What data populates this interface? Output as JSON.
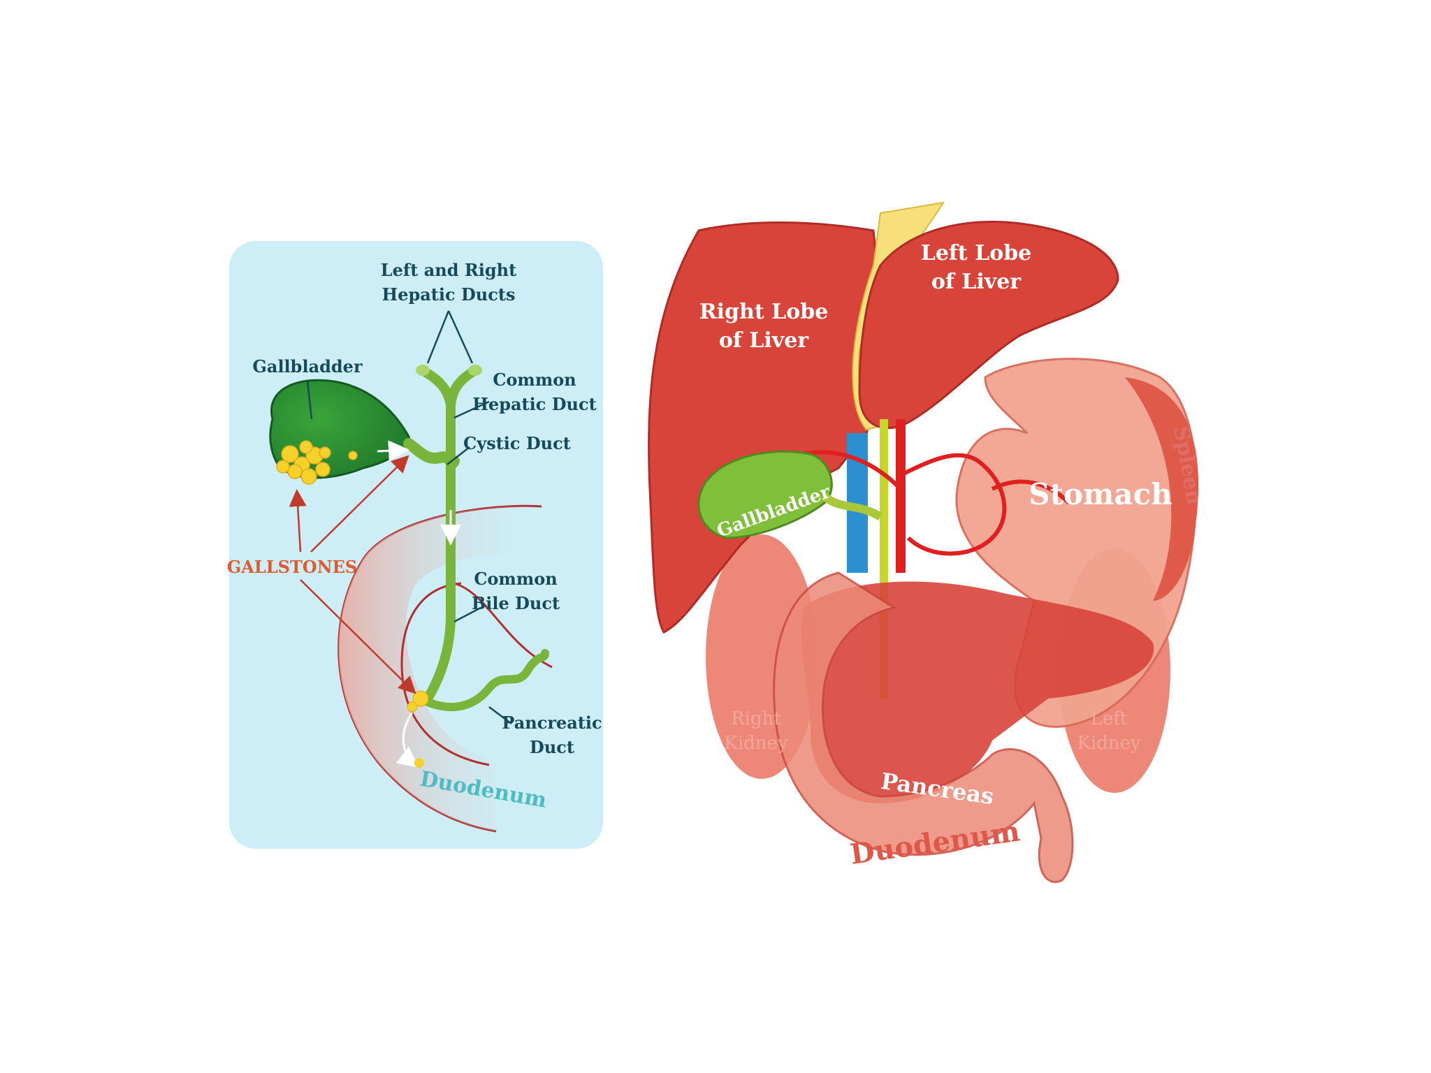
{
  "left_panel": {
    "labels": {
      "hepatic_ducts_1": "Left and Right",
      "hepatic_ducts_2": "Hepatic Ducts",
      "gallbladder": "Gallbladder",
      "common_hepatic_1": "Common",
      "common_hepatic_2": "Hepatic Duct",
      "cystic_duct": "Cystic Duct",
      "gallstones": "GALLSTONES",
      "common_bile_1": "Common",
      "common_bile_2": "Bile Duct",
      "pancreatic_1": "Pancreatic",
      "pancreatic_2": "Duct",
      "duodenum": "Duodenum"
    },
    "colors": {
      "panel": "#cdeef6",
      "bile": "#79b53a",
      "stone": "#f5d22a",
      "arrow": "#c0392b"
    }
  },
  "right_panel": {
    "labels": {
      "right_lobe_1": "Right Lobe",
      "right_lobe_2": "of Liver",
      "left_lobe_1": "Left Lobe",
      "left_lobe_2": "of Liver",
      "gallbladder": "Gallbladder",
      "stomach": "Stomach",
      "spleen": "Spleen",
      "right_kidney_1": "Right",
      "right_kidney_2": "Kidney",
      "left_kidney_1": "Left",
      "left_kidney_2": "Kidney",
      "pancreas": "Pancreas",
      "duodenum": "Duodenum"
    },
    "colors": {
      "liver": "#d9443a",
      "stomach": "#f2a48f",
      "pancreas": "#d8443a",
      "vein": "#2c8fd0",
      "artery": "#e02020"
    }
  }
}
